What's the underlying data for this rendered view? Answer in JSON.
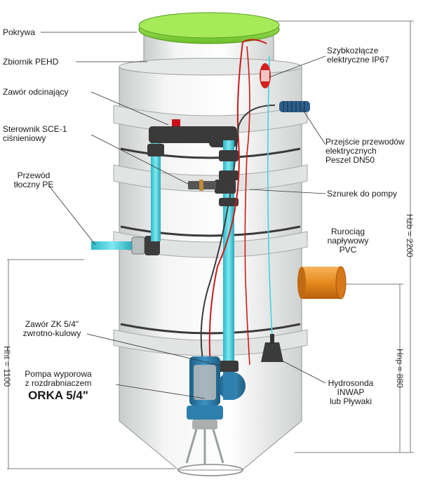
{
  "labels": {
    "pokrywa": "Pokrywa",
    "zbiornik": "Zbiornik PEHD",
    "zawor_odcinajacy": "Zawór odcinający",
    "sterownik": "Sterownik SCE-1\nciśnieniowy",
    "przewod": "Przewód\ntłoczny PE",
    "zawor_zk": "Zawór ZK 5/4\"\nzwrotno-kulowy",
    "pompa": "Pompa wyporowa\nz rozdrabniaczem",
    "pompa_model": "ORKA 5/4\"",
    "szybkozlacze": "Szybkozłącze\nelektryczne IP67",
    "przejscie": "Przejście przewodów\nelektrycznych\nPeszel DN50",
    "sznurek": "Sznurek do pompy",
    "rurociag": "Rurociąg\nnapływowy\nPVC",
    "hydrosonda": "Hydrosonda\nINWAP\nlub Pływaki"
  },
  "dimensions": {
    "hzb": "Hzb = 2200",
    "hnp": "Hnp = 880",
    "hht": "Hht = 1100"
  },
  "colors": {
    "lid": "#8fdc3c",
    "tank": "#eef0ef",
    "pipe": "#44d2e0",
    "inlet": "#e58a1e",
    "pump": "#2d7fae",
    "red_cable": "#cc1a1a",
    "dark_cable": "#3c3c3c"
  }
}
